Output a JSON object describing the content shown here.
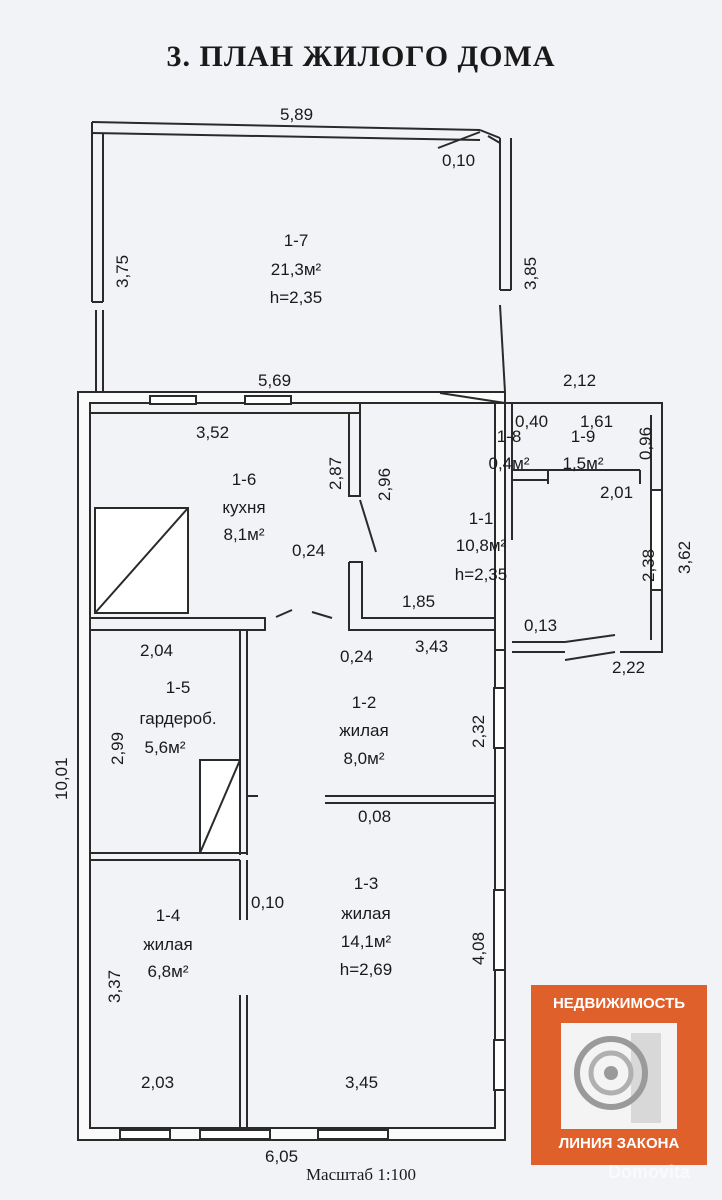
{
  "title": "3. ПЛАН ЖИЛОГО ДОМА",
  "scale": "Масштаб 1:100",
  "rooms": {
    "r17": {
      "id": "1-7",
      "area": "21,3м²",
      "height": "h=2,35"
    },
    "r16": {
      "id": "1-6",
      "name": "кухня",
      "area": "8,1м²"
    },
    "r11": {
      "id": "1-1",
      "area": "10,8м²",
      "height": "h=2,35"
    },
    "r18": {
      "id": "1-8",
      "area": "0,4м²"
    },
    "r19": {
      "id": "1-9",
      "area": "1,5м²"
    },
    "r15": {
      "id": "1-5",
      "name": "гардероб.",
      "area": "5,6м²"
    },
    "r12": {
      "id": "1-2",
      "name": "жилая",
      "area": "8,0м²"
    },
    "r13": {
      "id": "1-3",
      "name": "жилая",
      "area": "14,1м²",
      "height": "h=2,69"
    },
    "r14": {
      "id": "1-4",
      "name": "жилая",
      "area": "6,8м²"
    }
  },
  "dims": {
    "d589": "5,89",
    "d010a": "0,10",
    "d375": "3,75",
    "d385": "3,85",
    "d569": "5,69",
    "d212": "2,12",
    "d352": "3,52",
    "d287": "2,87",
    "d296": "2,96",
    "d040": "0,40",
    "d161": "1,61",
    "d096": "0,96",
    "d201": "2,01",
    "d362": "3,62",
    "d238": "2,38",
    "d024a": "0,24",
    "d185": "1,85",
    "d013": "0,13",
    "d204": "2,04",
    "d024b": "0,24",
    "d343": "3,43",
    "d222": "2,22",
    "d299": "2,99",
    "d232": "2,32",
    "d1001": "10,01",
    "d008": "0,08",
    "d010b": "0,10",
    "d408": "4,08",
    "d337": "3,37",
    "d203": "2,03",
    "d345": "3,45",
    "d605": "6,05"
  },
  "badge": {
    "top": "НЕДВИЖИМОСТЬ",
    "bottom": "ЛИНИЯ ЗАКОНА"
  },
  "watermark": "Domovita"
}
